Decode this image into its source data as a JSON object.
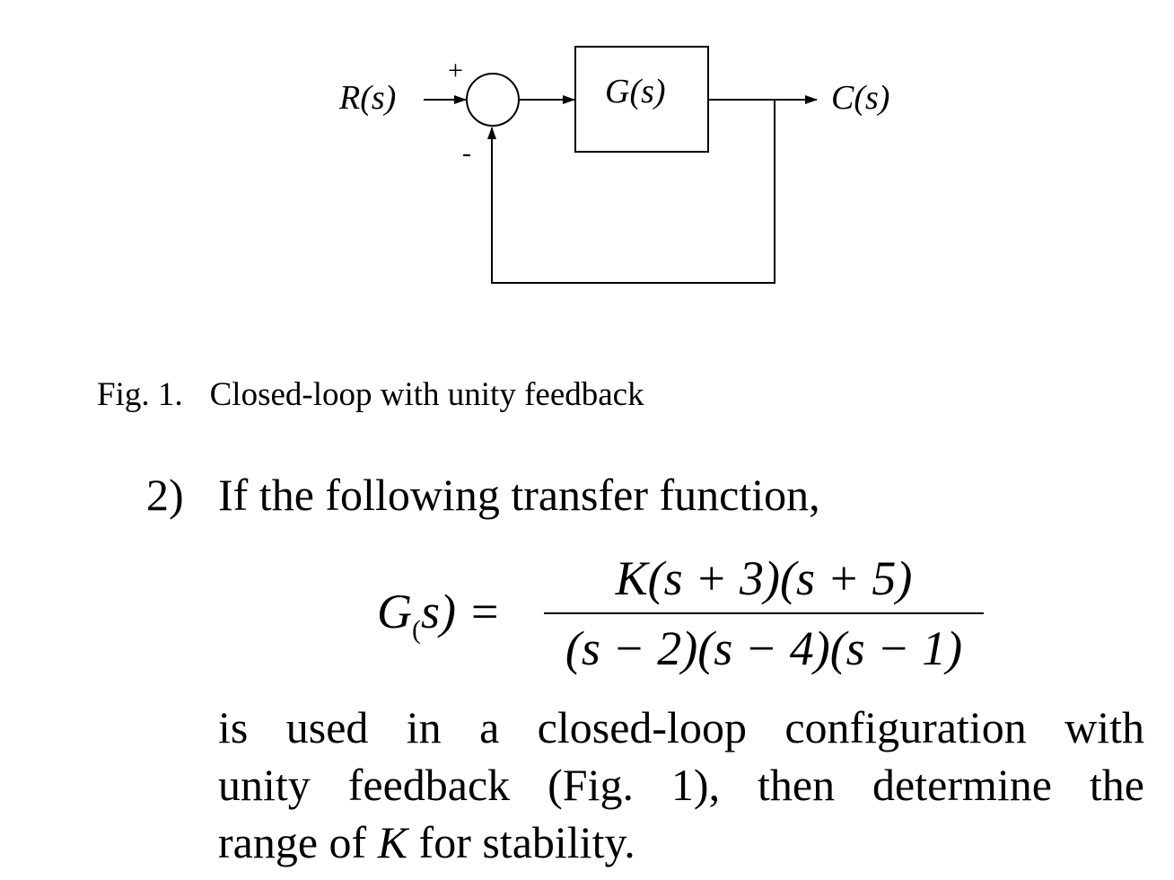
{
  "diagram": {
    "input_label": "R(s)",
    "output_label": "C(s)",
    "block_label": "G(s)",
    "plus_sign": "+",
    "minus_sign": "-"
  },
  "caption": {
    "number": "Fig. 1.",
    "text": "Closed-loop with unity feedback"
  },
  "problem": {
    "number": "2)",
    "intro": "If the following transfer function,",
    "equation": {
      "lhs_main": "G",
      "lhs_sub": "(",
      "lhs_rest": "s) =",
      "numerator": "K(s + 3)(s + 5)",
      "denominator": "(s − 2)(s − 4)(s − 1)"
    },
    "body_line1": "is used in a closed-loop configuration with",
    "body_line2": "unity feedback (Fig. 1), then determine the",
    "body_line3_pre": "range of",
    "body_line3_var": "K",
    "body_line3_post": "for stability."
  }
}
